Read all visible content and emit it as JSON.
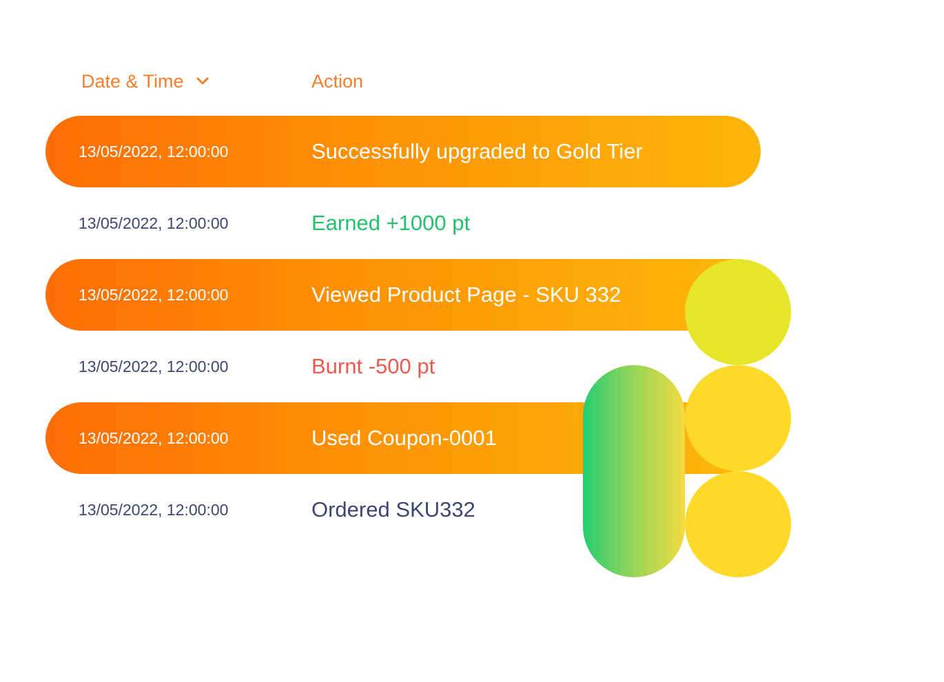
{
  "table": {
    "headers": {
      "date_time": "Date & Time",
      "action": "Action"
    },
    "sort_icon": "chevron-down-icon",
    "rows": [
      {
        "date_time": "13/05/2022, 12:00:00",
        "action": "Successfully upgraded to Gold Tier",
        "style": "highlight"
      },
      {
        "date_time": "13/05/2022, 12:00:00",
        "action": "Earned +1000 pt",
        "style": "earned"
      },
      {
        "date_time": "13/05/2022, 12:00:00",
        "action": "Viewed Product Page - SKU 332",
        "style": "highlight"
      },
      {
        "date_time": "13/05/2022, 12:00:00",
        "action": "Burnt -500 pt",
        "style": "burnt"
      },
      {
        "date_time": "13/05/2022, 12:00:00",
        "action": "Used Coupon-0001",
        "style": "highlight"
      },
      {
        "date_time": "13/05/2022, 12:00:00",
        "action": "Ordered SKU332",
        "style": "plain"
      }
    ]
  },
  "colors": {
    "header_orange": "#f57d2c",
    "text_navy": "#3c4672",
    "earned_green": "#22c26b",
    "burnt_red": "#f0574d",
    "pill_gradient_start": "#ff6d05",
    "pill_gradient_end": "#fdb60a",
    "circle_lime": "#e6e52a",
    "circle_yellow": "#fed929",
    "capsule_green": "#24cd72"
  }
}
